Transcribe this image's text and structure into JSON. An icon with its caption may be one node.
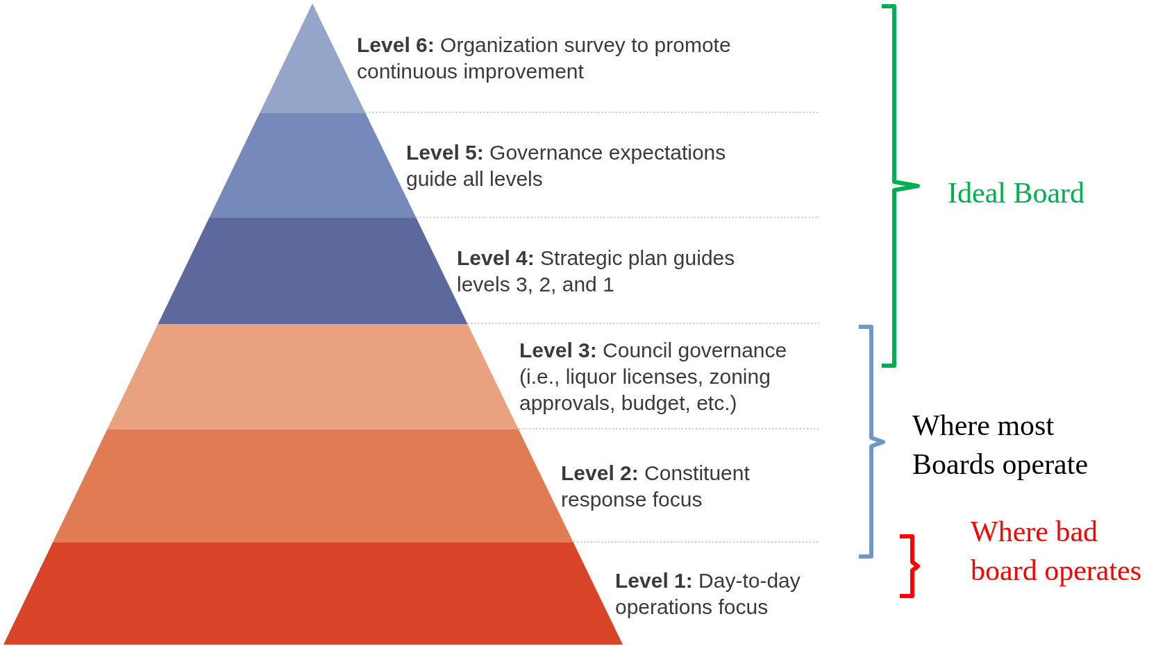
{
  "diagram": {
    "nodes": [
      {
        "text": [
          "**Level 6:** Organization survey to promote continuous improvement"
        ]
      },
      {
        "text": [
          "**Level 5:** Governance expectations guide all levels"
        ]
      },
      {
        "text": [
          "**Level 4:** Strategic plan guides levels 3, 2, and 1"
        ]
      },
      {
        "text": [
          "**Level 3:** Council governance (i.e., liquor licenses, zoning approvals, budget, etc.)"
        ]
      },
      {
        "text": [
          "**Level 2:** Constituent response focus"
        ]
      },
      {
        "text": [
          "**Level 1:** Day-to-day operations focus"
        ]
      }
    ],
    "labels": [
      "Ideal Board",
      "Where most Boards operate",
      "Where bad board operates"
    ]
  }
}
